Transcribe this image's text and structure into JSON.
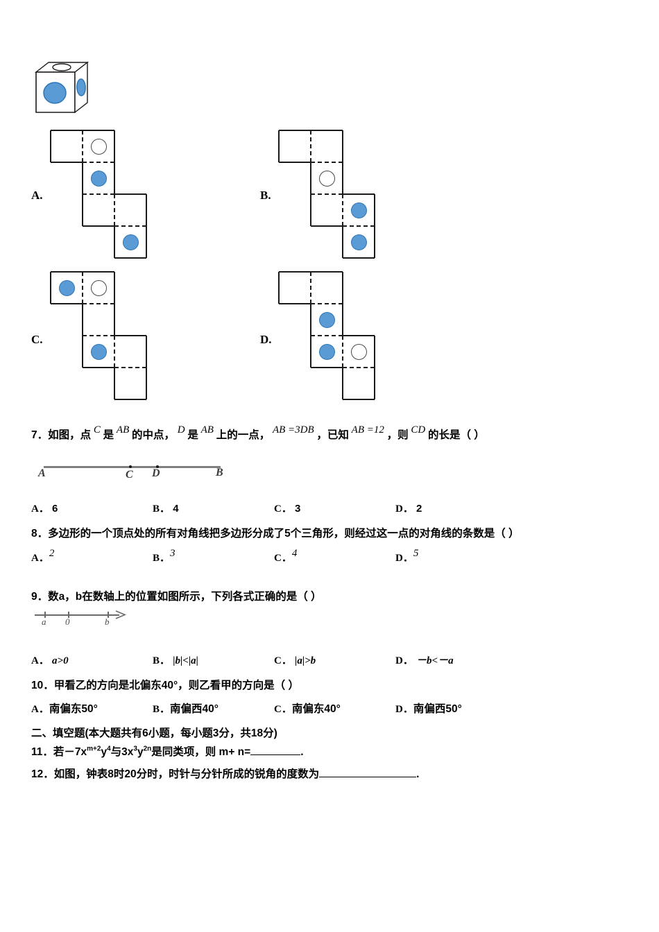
{
  "document": {
    "type": "math-exam-paper",
    "language": "zh-CN"
  },
  "figures": {
    "cube": {
      "name": "cube-with-dots",
      "description": "3D cube showing a blue dot on front face, blue ellipse on right face, white ellipse on top face",
      "dot_color": "#5b9bd5",
      "dot_stroke": "#2e75b6"
    },
    "nets": [
      {
        "label": "A.",
        "name": "net-option-a",
        "cells": [
          {
            "col": 0,
            "row": 0,
            "dot": "none"
          },
          {
            "col": 1,
            "row": 0,
            "dot": "white"
          },
          {
            "col": 1,
            "row": 1,
            "dot": "blue"
          },
          {
            "col": 1,
            "row": 2,
            "dot": "none"
          },
          {
            "col": 2,
            "row": 2,
            "dot": "none"
          },
          {
            "col": 2,
            "row": 3,
            "dot": "blue"
          }
        ]
      },
      {
        "label": "B.",
        "name": "net-option-b",
        "cells": [
          {
            "col": 0,
            "row": 0,
            "dot": "none"
          },
          {
            "col": 1,
            "row": 0,
            "dot": "none"
          },
          {
            "col": 1,
            "row": 1,
            "dot": "white"
          },
          {
            "col": 1,
            "row": 2,
            "dot": "none"
          },
          {
            "col": 2,
            "row": 2,
            "dot": "blue"
          },
          {
            "col": 2,
            "row": 3,
            "dot": "blue"
          }
        ]
      },
      {
        "label": "C.",
        "name": "net-option-c",
        "cells": [
          {
            "col": 0,
            "row": 0,
            "dot": "blue"
          },
          {
            "col": 1,
            "row": 0,
            "dot": "white"
          },
          {
            "col": 1,
            "row": 1,
            "dot": "none"
          },
          {
            "col": 1,
            "row": 2,
            "dot": "blue"
          },
          {
            "col": 2,
            "row": 2,
            "dot": "none"
          },
          {
            "col": 2,
            "row": 3,
            "dot": "none"
          }
        ]
      },
      {
        "label": "D.",
        "name": "net-option-d",
        "cells": [
          {
            "col": 0,
            "row": 0,
            "dot": "none"
          },
          {
            "col": 1,
            "row": 0,
            "dot": "none"
          },
          {
            "col": 1,
            "row": 1,
            "dot": "blue"
          },
          {
            "col": 1,
            "row": 2,
            "dot": "blue"
          },
          {
            "col": 2,
            "row": 2,
            "dot": "white"
          },
          {
            "col": 2,
            "row": 3,
            "dot": "none"
          }
        ]
      }
    ],
    "segment": {
      "name": "segment-abcd",
      "points": [
        "A",
        "C",
        "D",
        "B"
      ]
    },
    "numberline": {
      "name": "number-line-ab",
      "labels": [
        "a",
        "0",
        "b"
      ]
    }
  },
  "questions": [
    {
      "number": "7",
      "name": "question-7",
      "stem_parts": [
        {
          "t": "7．如图，点",
          "k": "cn"
        },
        {
          "t": "C",
          "k": "raised-italic"
        },
        {
          "t": "是",
          "k": "cn"
        },
        {
          "t": "AB",
          "k": "raised-italic"
        },
        {
          "t": "的中点，",
          "k": "cn"
        },
        {
          "t": "D",
          "k": "raised-italic"
        },
        {
          "t": "是",
          "k": "cn"
        },
        {
          "t": "AB",
          "k": "raised-italic"
        },
        {
          "t": "上的一点，",
          "k": "cn"
        },
        {
          "t": "AB =3DB",
          "k": "raised-italic"
        },
        {
          "t": "，已知",
          "k": "cn"
        },
        {
          "t": "AB =12",
          "k": "raised-italic"
        },
        {
          "t": "，则",
          "k": "cn"
        },
        {
          "t": "CD",
          "k": "raised-italic"
        },
        {
          "t": "的长是（ ）",
          "k": "cn"
        }
      ],
      "options": [
        {
          "label": "A．",
          "value": "6"
        },
        {
          "label": "B．",
          "value": "4"
        },
        {
          "label": "C．",
          "value": "3"
        },
        {
          "label": "D．",
          "value": "2"
        }
      ]
    },
    {
      "number": "8",
      "name": "question-8",
      "stem": "8．多边形的一个顶点处的所有对角线把多边形分成了5个三角形，则经过这一点的对角线的条数是（    ）",
      "options": [
        {
          "label": "A．",
          "value": "2"
        },
        {
          "label": "B．",
          "value": "3"
        },
        {
          "label": "C．",
          "value": "4"
        },
        {
          "label": "D．",
          "value": "5"
        }
      ]
    },
    {
      "number": "9",
      "name": "question-9",
      "stem": "9．数a，b在数轴上的位置如图所示，下列各式正确的是（     ）",
      "options": [
        {
          "label": "A．",
          "value": "a>0"
        },
        {
          "label": "B．",
          "value": "|b|<|a|"
        },
        {
          "label": "C．",
          "value": "|a|>b"
        },
        {
          "label": "D．",
          "value": "－b<－a"
        }
      ]
    },
    {
      "number": "10",
      "name": "question-10",
      "stem": "10．甲看乙的方向是北偏东40°，则乙看甲的方向是（ ）",
      "options": [
        {
          "label": "A．",
          "value": "南偏东50°"
        },
        {
          "label": "B．",
          "value": "南偏西40°"
        },
        {
          "label": "C．",
          "value": "南偏东40°"
        },
        {
          "label": "D．",
          "value": "南偏西50°"
        }
      ]
    }
  ],
  "section_two": {
    "name": "section-fill-in-blank",
    "heading": "二、填空题(本大题共有6小题，每小题3分，共18分)",
    "questions": [
      {
        "number": "11",
        "name": "question-11",
        "prefix": "11．若－7x",
        "sup1": "m+2",
        "mid1": "y",
        "sup2": "4",
        "mid2": "与3x",
        "sup3": "3",
        "mid3": "y",
        "sup4": "2n",
        "suffix": "是同类项，则 m+ n=",
        "tail": "."
      },
      {
        "number": "12",
        "name": "question-12",
        "text": "12．如图，钟表8时20分时，时针与分针所成的锐角的度数为",
        "tail": "."
      }
    ]
  }
}
